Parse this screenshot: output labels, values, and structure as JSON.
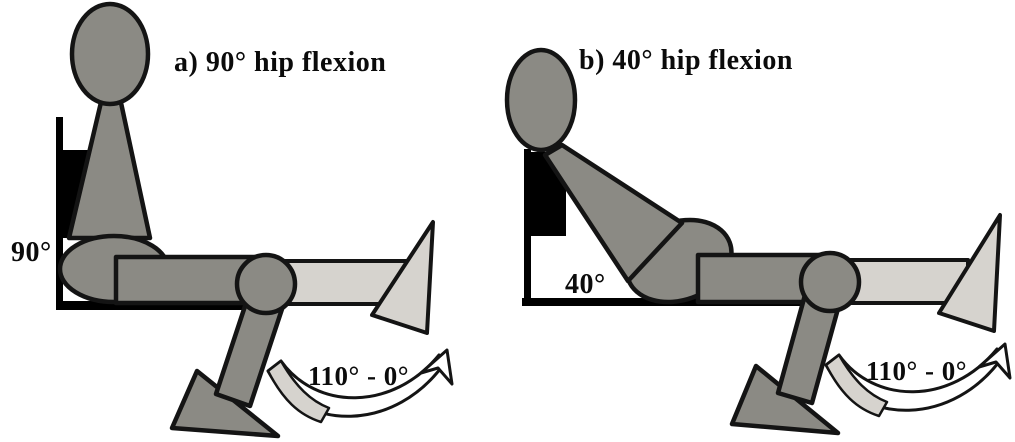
{
  "figure": {
    "description": "Schematic side-view diagram of a seated human figure in two hip flexion postures with knee range of motion arrows",
    "background_color": "#ffffff",
    "colors": {
      "body_gray": "#8b8a84",
      "ghost_gray": "#d6d3ce",
      "outline_black": "#141414",
      "seat_black": "#000000"
    },
    "panels": [
      {
        "id": "a",
        "title": "a) 90° hip flexion",
        "hip_angle_label": "90°",
        "knee_rom_label": "110° - 0°"
      },
      {
        "id": "b",
        "title": "b) 40° hip flexion",
        "hip_angle_label": "40°",
        "knee_rom_label": "110° - 0°"
      }
    ]
  }
}
